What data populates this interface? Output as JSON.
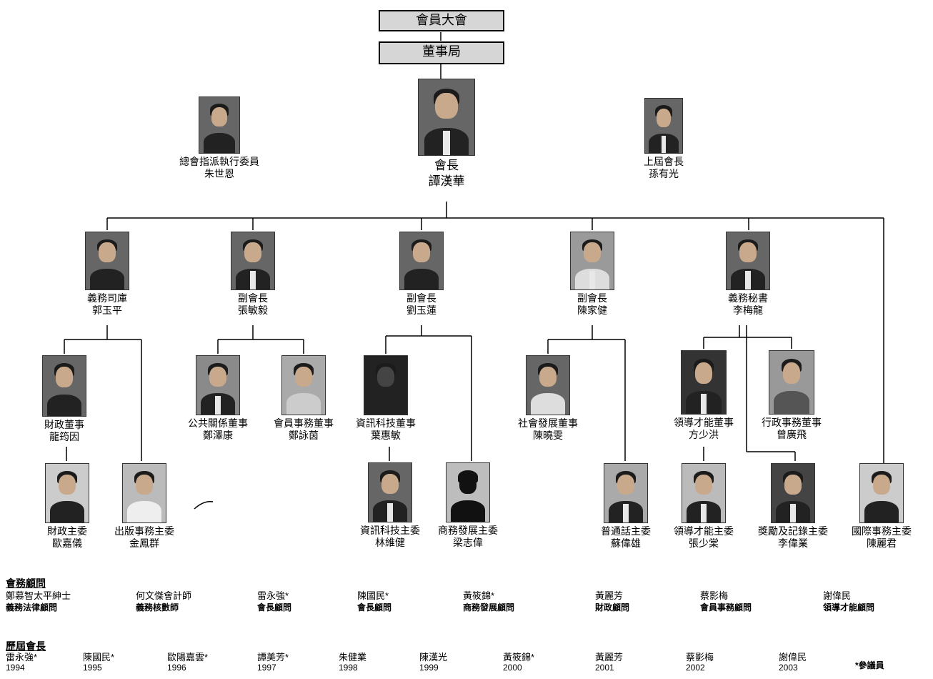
{
  "top_boxes": {
    "general_assembly": "會員大會",
    "board": "董事局"
  },
  "top_people": {
    "federation_rep": {
      "title": "總會指派執行委員",
      "name": "朱世恩"
    },
    "president": {
      "title": "會長",
      "name": "譚漢華"
    },
    "past_president": {
      "title": "上屆會長",
      "name": "孫有光"
    }
  },
  "officers": [
    {
      "title": "義務司庫",
      "name": "郭玉平"
    },
    {
      "title": "副會長",
      "name": "張敏毅"
    },
    {
      "title": "副會長",
      "name": "劉玉蓮"
    },
    {
      "title": "副會長",
      "name": "陳家健"
    },
    {
      "title": "義務秘書",
      "name": "李梅龍"
    }
  ],
  "directors": [
    {
      "title": "財政董事",
      "name": "龍筠因"
    },
    {
      "title": "公共關係董事",
      "name": "鄭澤康"
    },
    {
      "title": "會員事務董事",
      "name": "鄭詠茵"
    },
    {
      "title": "資訊科技董事",
      "name": "葉惠敏"
    },
    {
      "title": "社會發展董事",
      "name": "陳曉雯"
    },
    {
      "title": "領導才能董事",
      "name": "方少洪"
    },
    {
      "title": "行政事務董事",
      "name": "曾廣飛"
    }
  ],
  "committee_chairs": [
    {
      "title": "財政主委",
      "name": "歐嘉儀"
    },
    {
      "title": "出版事務主委",
      "name": "金鳳群"
    },
    {
      "title": "資訊科技主委",
      "name": "林維健"
    },
    {
      "title": "商務發展主委",
      "name": "梁志偉"
    },
    {
      "title": "普通話主委",
      "name": "蘇偉雄"
    },
    {
      "title": "領導才能主委",
      "name": "張少棠"
    },
    {
      "title": "獎勵及記錄主委",
      "name": "李偉業"
    },
    {
      "title": "國際事務主委",
      "name": "陳麗君"
    }
  ],
  "advisors": {
    "heading": "會務顧問",
    "items": [
      {
        "name": "鄭慕智太平紳士",
        "role": "義務法律顧問"
      },
      {
        "name": "何文傑會計師",
        "role": "義務核數師"
      },
      {
        "name": "雷永強*",
        "role": "會長顧問"
      },
      {
        "name": "陳國民*",
        "role": "會長顧問"
      },
      {
        "name": "黃筱錦*",
        "role": "商務發展顧問"
      },
      {
        "name": "黃麗芳",
        "role": "財政顧問"
      },
      {
        "name": "蔡影梅",
        "role": "會員事務顧問"
      },
      {
        "name": "謝偉民",
        "role": "領導才能顧問"
      }
    ]
  },
  "past_presidents": {
    "heading": "歷屆會長",
    "items": [
      {
        "name": "雷永強*",
        "year": "1994"
      },
      {
        "name": "陳國民*",
        "year": "1995"
      },
      {
        "name": "歐陽嘉雲*",
        "year": "1996"
      },
      {
        "name": "譚美芳*",
        "year": "1997"
      },
      {
        "name": "朱健業",
        "year": "1998"
      },
      {
        "name": "陳漢光",
        "year": "1999"
      },
      {
        "name": "黃筱錦*",
        "year": "2000"
      },
      {
        "name": "黃麗芳",
        "year": "2001"
      },
      {
        "name": "蔡影梅",
        "year": "2002"
      },
      {
        "name": "謝偉民",
        "year": "2003"
      }
    ],
    "footnote": "*參議員"
  }
}
